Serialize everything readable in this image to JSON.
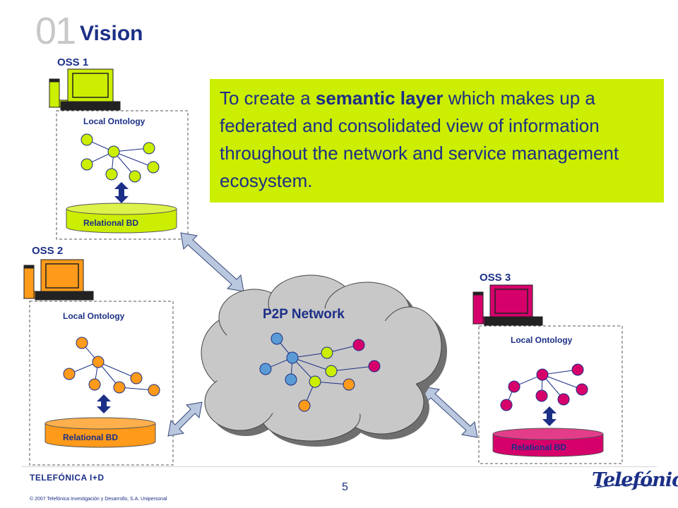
{
  "slide": {
    "section_number": "01",
    "title": "Vision",
    "vision_text": {
      "part1": "To create a ",
      "emphasis": "semantic layer",
      "part2": " which makes up a federated and consolidated view  of information throughout the network and service management  ecosystem."
    }
  },
  "diagram": {
    "network_label": "P2P Network",
    "oss": [
      {
        "label": "OSS 1",
        "ontology_label": "Local Ontology",
        "db_label": "Relational BD",
        "color": "#ccee00"
      },
      {
        "label": "OSS 2",
        "ontology_label": "Local Ontology",
        "db_label": "Relational BD",
        "color": "#ff9a1a"
      },
      {
        "label": "OSS 3",
        "ontology_label": "Local Ontology",
        "db_label": "Relational BD",
        "color": "#d6006b"
      }
    ],
    "network_node_colors": [
      "#5b9bd5",
      "#ccee00",
      "#d6006b",
      "#ff9a1a"
    ]
  },
  "footer": {
    "org": "TELEFÓNICA I+D",
    "page_number": "5",
    "copyright": "© 2007 Telefónica Investigación  y Desarrollo, S.A. Unipersonal",
    "logo_text": "Telefónica"
  },
  "colors": {
    "title": "#1b2f86",
    "section_number": "#c8c8c8",
    "vision_box": "#ccee00",
    "arrows": "#aebfd8",
    "cloud": "#c8c8c8"
  }
}
